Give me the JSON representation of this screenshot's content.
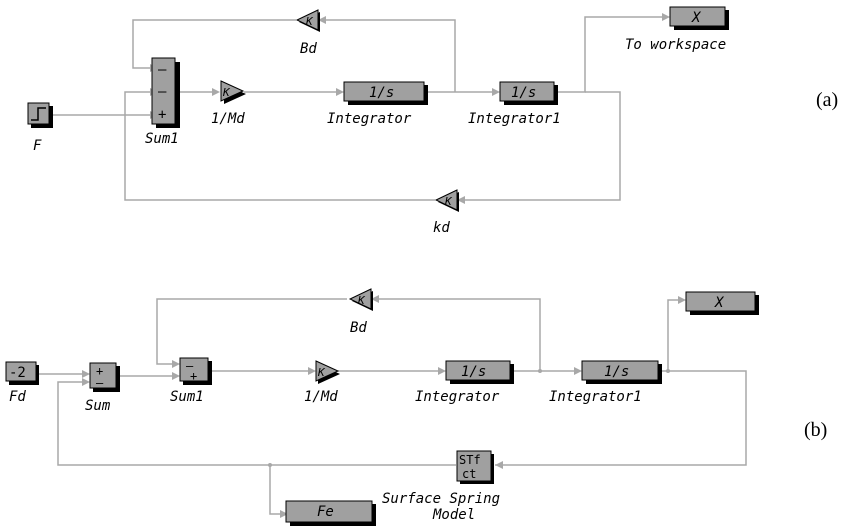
{
  "panel_a": {
    "tag": "(a)",
    "blocks": {
      "step_label": "F",
      "sum_label": "Sum1",
      "sum_signs": [
        "–",
        "–",
        "+"
      ],
      "gain_mass": "1/Md",
      "gain_mass_symbol": "K",
      "integrator_text": "1/s",
      "integrator_label": "Integrator",
      "integrator1_text": "1/s",
      "integrator1_label": "Integrator1",
      "workspace_text": "X",
      "workspace_label": "To workspace",
      "gain_bd": "Bd",
      "gain_bd_symbol": "K",
      "gain_kd": "kd",
      "gain_kd_symbol": "K"
    }
  },
  "panel_b": {
    "tag": "(b)",
    "blocks": {
      "const_value": "-2",
      "const_label": "Fd",
      "sum_label": "Sum",
      "sum_signs": [
        "+",
        "–"
      ],
      "sum1_label": "Sum1",
      "sum1_signs": [
        "–",
        "+"
      ],
      "gain_mass": "1/Md",
      "gain_mass_symbol": "K",
      "integrator_text": "1/s",
      "integrator_label": "Integrator",
      "integrator1_text": "1/s",
      "integrator1_label": "Integrator1",
      "workspace_text": "X",
      "gain_bd": "Bd",
      "gain_bd_symbol": "K",
      "spring_top": "STf",
      "spring_bottom": "ct",
      "spring_label_line1": "Surface Spring",
      "spring_label_line2": "Model",
      "fe_text": "Fe"
    }
  }
}
